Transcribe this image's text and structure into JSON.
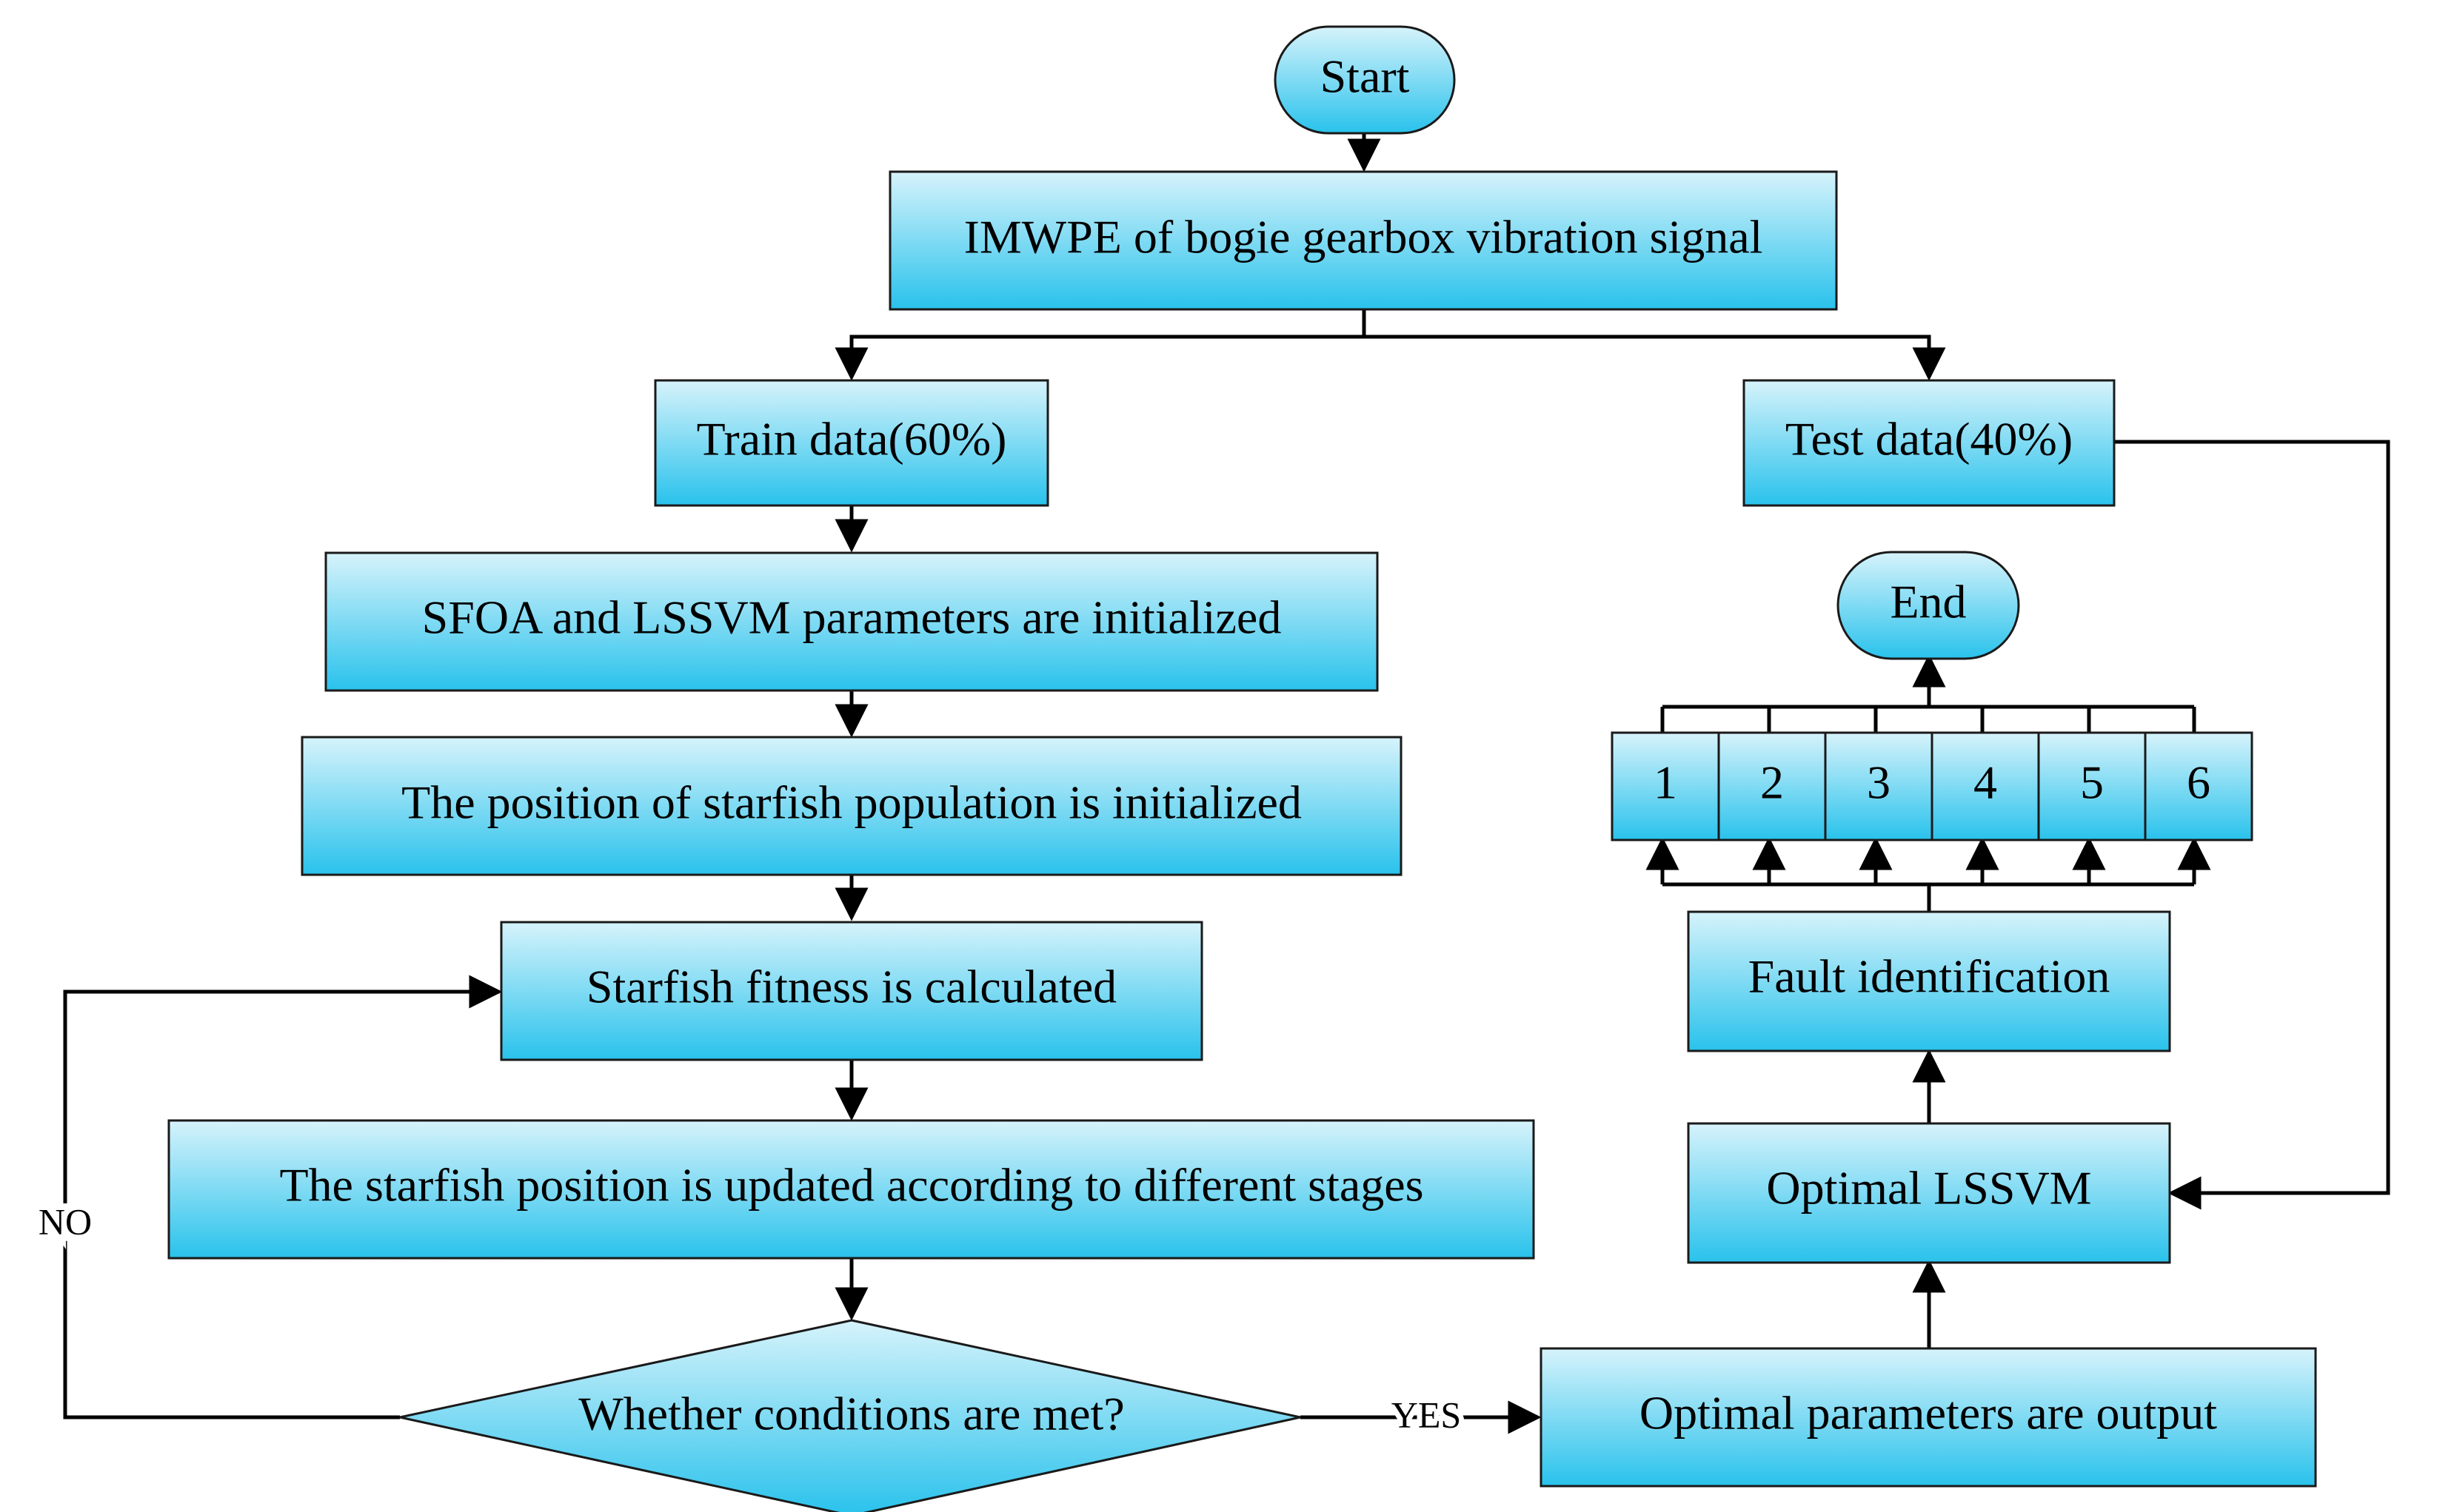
{
  "nodes": {
    "start": "Start",
    "imwpe": "IMWPE of bogie gearbox vibration signal",
    "train": "Train data(60%)",
    "test": "Test data(40%)",
    "init_params": "SFOA and LSSVM parameters are initialized",
    "init_pos": "The position of starfish population is initialized",
    "fitness": "Starfish fitness is calculated",
    "update": "The starfish position is updated according to different stages",
    "decision": "Whether conditions are met?",
    "optimal_params": "Optimal parameters are output",
    "optimal_lssvm": "Optimal LSSVM",
    "fault_id": "Fault identification",
    "end": "End",
    "classes": [
      "1",
      "2",
      "3",
      "4",
      "5",
      "6"
    ]
  },
  "edges": {
    "no_label": "NO",
    "yes_label": "YES"
  },
  "colors": {
    "fill_top": "#d6f3fb",
    "fill_bottom": "#29c2ec",
    "stroke": "#1a1a1a",
    "line": "#000000"
  }
}
